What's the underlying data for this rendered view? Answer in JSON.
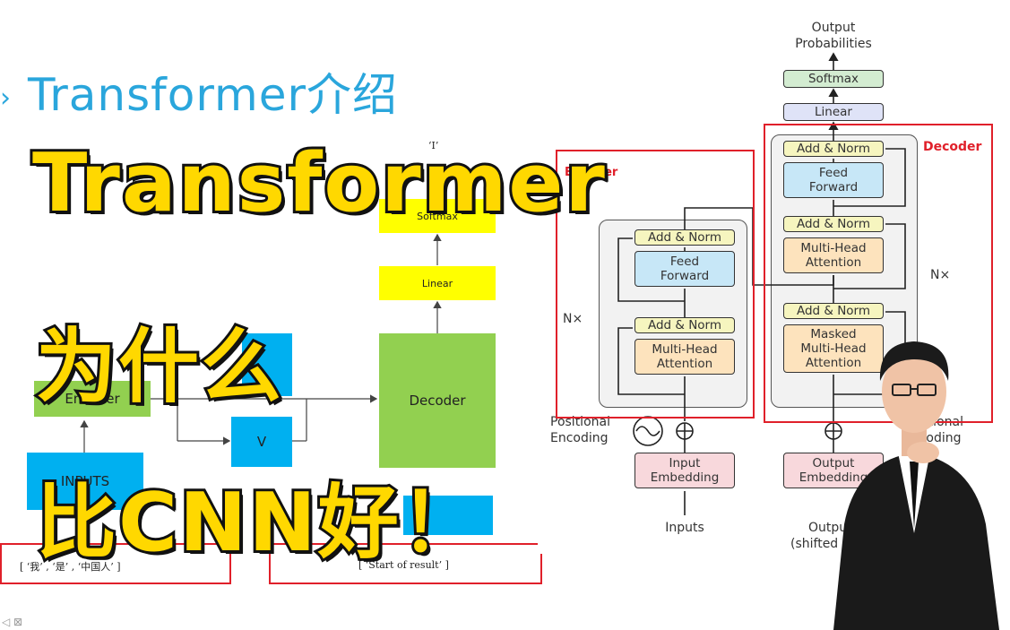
{
  "slide": {
    "title": "Transformer介绍",
    "bullet": "›"
  },
  "left_diagram": {
    "top_quote": "‘I’",
    "softmax_label": "Softmax",
    "linear_label": "Linear",
    "decoder_label": "Decoder",
    "encoder_label": "Encoder",
    "v_label": "V",
    "inputs_label": "INPUTS",
    "input_sequence": "[ ‘我’ , ‘是’ , ‘中国人’ ]",
    "start_sequence": "[ ‘Start of result’ ]"
  },
  "headline": {
    "line1": "Transformer",
    "line2": "为什么",
    "line3": "比CNN好！"
  },
  "transformer": {
    "output_probabilities": "Output\nProbabilities",
    "softmax": "Softmax",
    "linear": "Linear",
    "decoder_tag": "Decoder",
    "encoder_tag": "Encoder",
    "add_norm": "Add & Norm",
    "feed_forward": "Feed\nForward",
    "multi_head": "Multi-Head\nAttention",
    "masked_multi_head": "Masked\nMulti-Head\nAttention",
    "nx_left": "N×",
    "nx_right": "N×",
    "positional_encoding_left": "Positional\nEncoding",
    "positional_encoding_right": "Positional\nEncoding",
    "input_embedding": "Input\nEmbedding",
    "output_embedding": "Output\nEmbedding",
    "inputs": "Inputs",
    "outputs": "Outputs\n(shifted right)"
  },
  "colors": {
    "title_blue": "#2aa6dc",
    "headline_yellow": "#ffd800",
    "highlight_red": "#e0202a",
    "green_box": "#92d050",
    "blue_box": "#00b0f0",
    "yellow_box": "#ffff00"
  }
}
